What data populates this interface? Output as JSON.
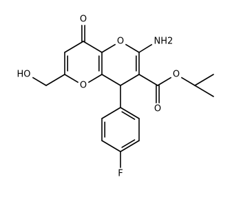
{
  "colors": {
    "background": "#ffffff",
    "ink": "#000000"
  },
  "molecule": {
    "atoms": [
      {
        "id": "a1",
        "element": "O",
        "label": "O"
      },
      {
        "id": "a2",
        "element": "O",
        "label": "O"
      },
      {
        "id": "a3",
        "element": "N",
        "label": "NH2"
      },
      {
        "id": "a4",
        "element": "O",
        "label": "O"
      },
      {
        "id": "a5",
        "element": "O",
        "label": "O"
      },
      {
        "id": "a6",
        "element": "O",
        "label": "O"
      },
      {
        "id": "a7",
        "element": "O",
        "label": "HO"
      },
      {
        "id": "a8",
        "element": "F",
        "label": "F"
      },
      {
        "id": "c1",
        "element": "C"
      },
      {
        "id": "c2",
        "element": "C"
      },
      {
        "id": "c3",
        "element": "C"
      },
      {
        "id": "c4",
        "element": "C"
      },
      {
        "id": "c5",
        "element": "C"
      },
      {
        "id": "c6",
        "element": "C"
      },
      {
        "id": "c7",
        "element": "C"
      },
      {
        "id": "c8",
        "element": "C"
      },
      {
        "id": "c9",
        "element": "C"
      },
      {
        "id": "c10",
        "element": "C"
      },
      {
        "id": "c11",
        "element": "C"
      },
      {
        "id": "c12",
        "element": "C"
      },
      {
        "id": "c13",
        "element": "C"
      },
      {
        "id": "c14",
        "element": "C"
      },
      {
        "id": "c15",
        "element": "C"
      },
      {
        "id": "c16",
        "element": "C"
      },
      {
        "id": "c17",
        "element": "C"
      },
      {
        "id": "c18",
        "element": "C"
      },
      {
        "id": "c19",
        "element": "C"
      }
    ],
    "bonds": [
      {
        "a": "c1",
        "b": "a1",
        "order": 2
      },
      {
        "a": "c1",
        "b": "c2",
        "order": 1
      },
      {
        "a": "c2",
        "b": "c3",
        "order": 2
      },
      {
        "a": "c3",
        "b": "a6",
        "order": 1
      },
      {
        "a": "a6",
        "b": "c4",
        "order": 1
      },
      {
        "a": "c4",
        "b": "c5",
        "order": 2
      },
      {
        "a": "c5",
        "b": "c1",
        "order": 1
      },
      {
        "a": "c5",
        "b": "a2",
        "order": 1
      },
      {
        "a": "a2",
        "b": "c6",
        "order": 1
      },
      {
        "a": "c6",
        "b": "a3",
        "order": 1
      },
      {
        "a": "c6",
        "b": "c7",
        "order": 2
      },
      {
        "a": "c7",
        "b": "c8",
        "order": 1
      },
      {
        "a": "c8",
        "b": "c4",
        "order": 1
      },
      {
        "a": "c7",
        "b": "c9",
        "order": 1
      },
      {
        "a": "c9",
        "b": "a4",
        "order": 2
      },
      {
        "a": "c9",
        "b": "a5",
        "order": 1
      },
      {
        "a": "a5",
        "b": "c10",
        "order": 1
      },
      {
        "a": "c10",
        "b": "c11",
        "order": 1
      },
      {
        "a": "c10",
        "b": "c12",
        "order": 1
      },
      {
        "a": "c3",
        "b": "c13",
        "order": 1
      },
      {
        "a": "c13",
        "b": "a7",
        "order": 1
      },
      {
        "a": "c8",
        "b": "c14",
        "order": 1
      },
      {
        "a": "c14",
        "b": "c15",
        "order": 2
      },
      {
        "a": "c15",
        "b": "c16",
        "order": 1
      },
      {
        "a": "c16",
        "b": "c17",
        "order": 2
      },
      {
        "a": "c17",
        "b": "c18",
        "order": 1
      },
      {
        "a": "c18",
        "b": "c19",
        "order": 2
      },
      {
        "a": "c19",
        "b": "c14",
        "order": 1
      },
      {
        "a": "c17",
        "b": "a8",
        "order": 1
      }
    ]
  }
}
